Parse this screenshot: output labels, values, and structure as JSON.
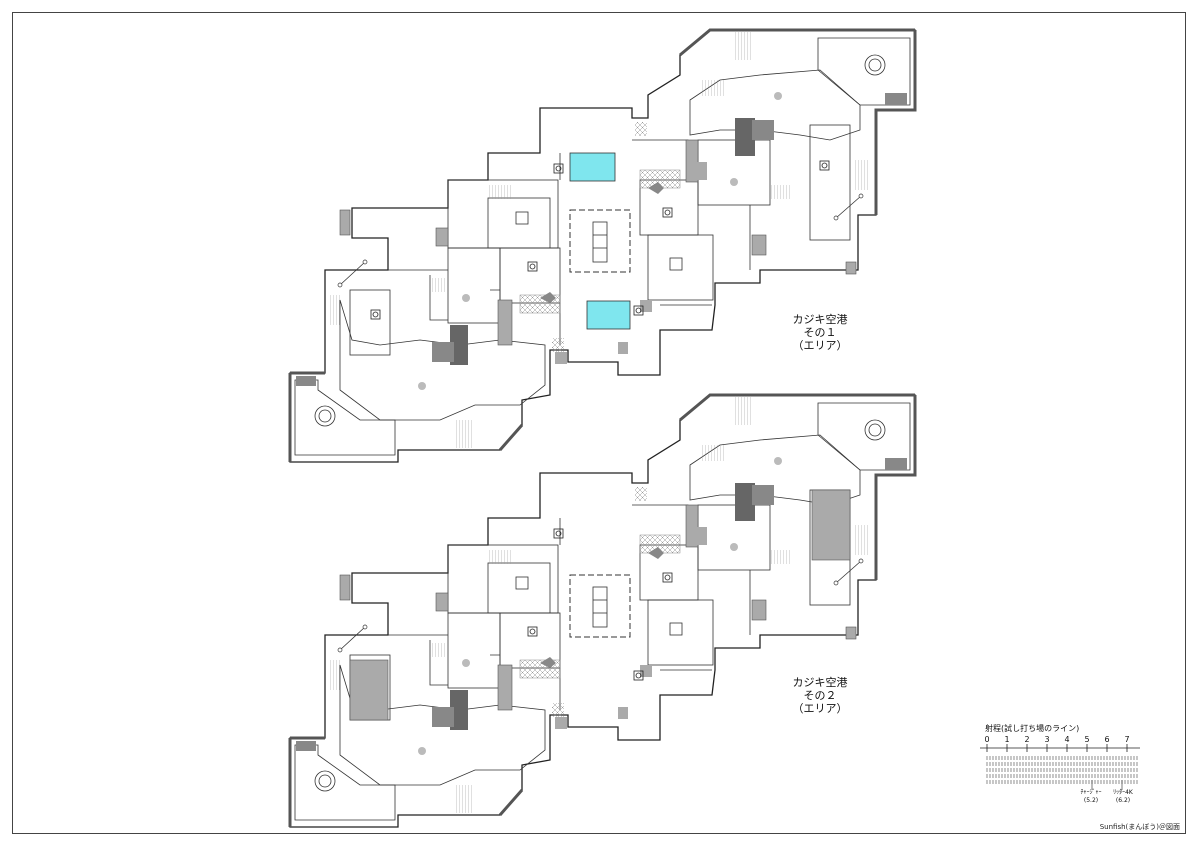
{
  "maps": [
    {
      "title": "カジキ空港",
      "subtitle": "その１",
      "note": "（エリア）"
    },
    {
      "title": "カジキ空港",
      "subtitle": "その２",
      "note": "（エリア）"
    }
  ],
  "range_scale": {
    "title": "射程(試し打ち場のライン)",
    "ticks": [
      "0",
      "1",
      "2",
      "3",
      "4",
      "5",
      "6",
      "7"
    ],
    "markers": [
      {
        "name": "ﾁｬｰｼﾞｬｰ",
        "value": "(5.2)"
      },
      {
        "name": "ﾘｯﾀｰ4K",
        "value": "(6.2)"
      }
    ]
  },
  "credit": "Sunfish(まんぼう)＠図面",
  "colors": {
    "highlight": "#7fe6ee",
    "wall": "#555555",
    "block": "#bbbbbb",
    "floor": "#ffffff",
    "grate": "#cccccc"
  }
}
